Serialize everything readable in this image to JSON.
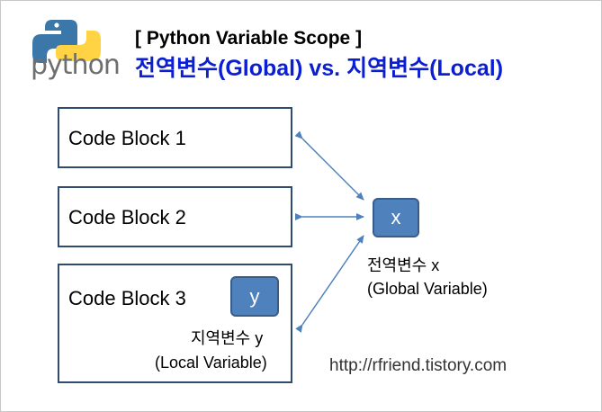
{
  "header": {
    "logo_word": "python",
    "title_line1": "[ Python Variable Scope ]",
    "title_line2": "전역변수(Global) vs. 지역변수(Local)"
  },
  "blocks": [
    {
      "label": "Code Block 1"
    },
    {
      "label": "Code Block 2"
    },
    {
      "label": "Code Block 3"
    }
  ],
  "global_var": {
    "name": "x",
    "caption_line1": "전역변수 x",
    "caption_line2": "(Global Variable)"
  },
  "local_var": {
    "name": "y",
    "caption_line1": "지역변수 y",
    "caption_line2": "(Local Variable)"
  },
  "footer": {
    "url": "http://rfriend.tistory.com"
  },
  "colors": {
    "accent_blue": "#0b1fd1",
    "var_box": "#4f81bd",
    "arrow": "#4f81bd",
    "block_border": "#2f4b6e"
  }
}
